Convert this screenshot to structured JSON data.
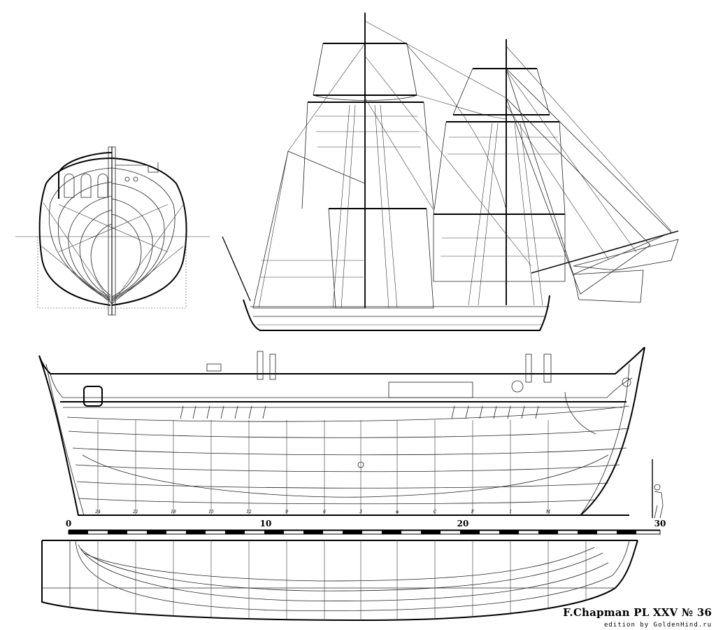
{
  "plate": {
    "title": "F.Chapman PL XXV № 36",
    "credit": "edition by GoldenHind.ru"
  },
  "scale_bar": {
    "ticks": [
      "0",
      "10",
      "20",
      "30"
    ]
  },
  "stations": [
    "24",
    "21",
    "18",
    "15",
    "12",
    "9",
    "6",
    "3",
    "⊕",
    "C",
    "F",
    "I",
    "M"
  ]
}
